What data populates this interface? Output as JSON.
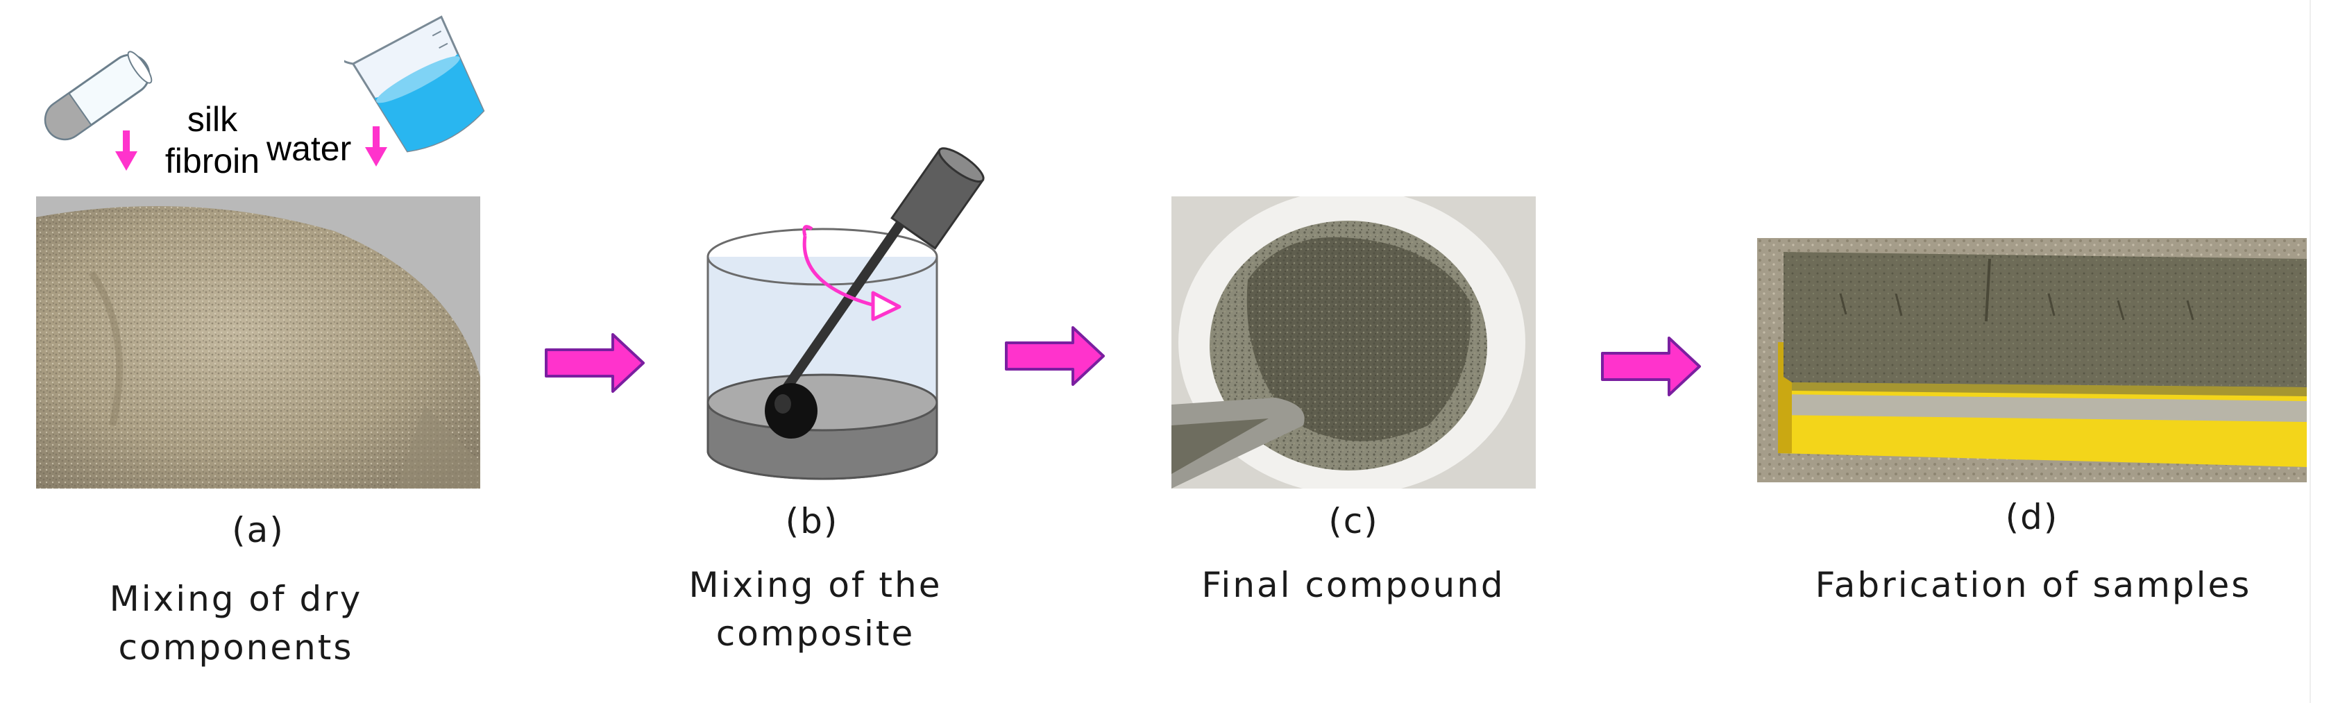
{
  "panels": [
    {
      "letter": "(a)",
      "title": "Mixing of dry\ncomponents"
    },
    {
      "letter": "(b)",
      "title": "Mixing of the\ncomposite"
    },
    {
      "letter": "(c)",
      "title": "Final compound"
    },
    {
      "letter": "(d)",
      "title": "Fabrication of samples"
    }
  ],
  "ingredients": {
    "silk": "silk\nfibroin",
    "water": "water"
  },
  "colors": {
    "arrow_fill": "#ff33cc",
    "arrow_stroke": "#7a1fa0",
    "water_blue": "#29b6f0",
    "beaker_glass": "#dde9f7",
    "mixer_gray": "#5e5e5e",
    "mold_yellow": "#f3d51a",
    "mortar_gray": "#6b6a58",
    "sand": "#b2a68c"
  }
}
